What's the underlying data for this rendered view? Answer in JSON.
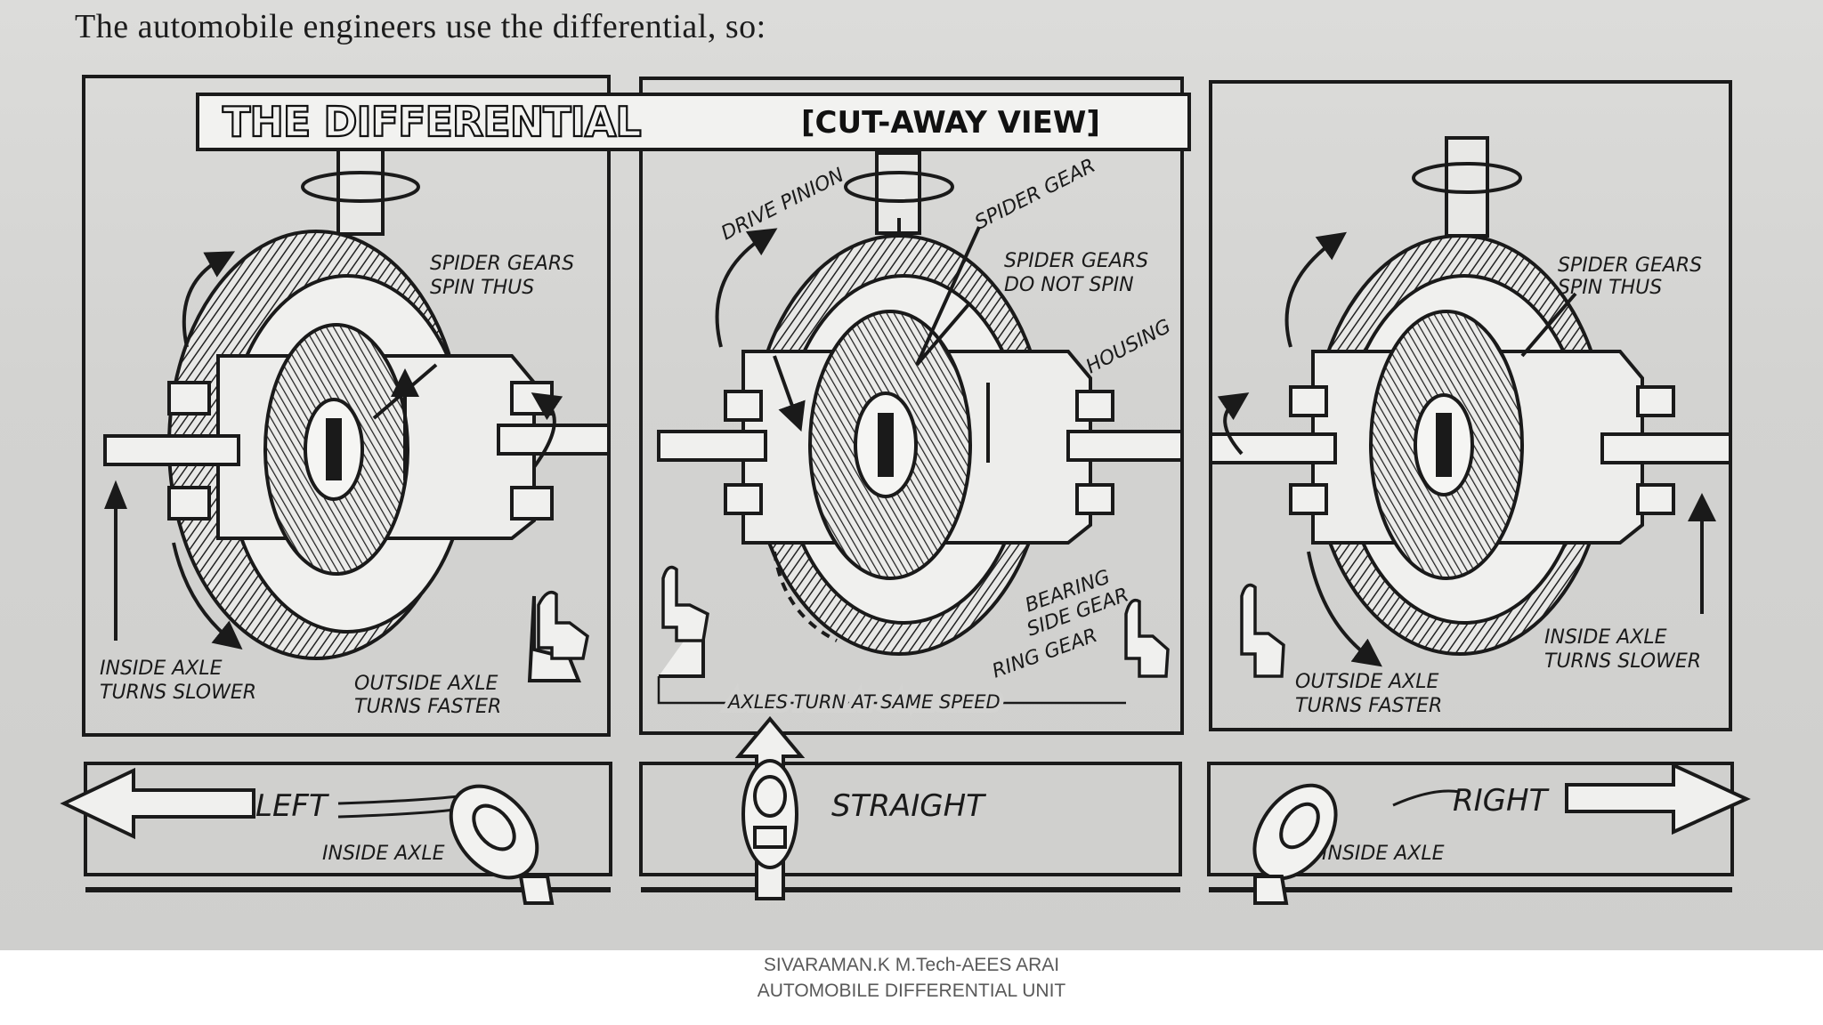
{
  "intro": "The automobile engineers use the differential, so:",
  "banner": {
    "title": "THE DIFFERENTIAL",
    "subtitle": "[CUT-AWAY VIEW]"
  },
  "panels": {
    "left": {
      "spider_gears": "SPIDER GEARS",
      "spin_thus": "SPIN    THUS",
      "inside_axle": "INSIDE AXLE",
      "turns_slower": "TURNS SLOWER",
      "outside_axle": "OUTSIDE AXLE",
      "turns_faster": "TURNS FASTER"
    },
    "center": {
      "drive_pinion": "DRIVE PINION",
      "spider_gear": "SPIDER GEAR",
      "spider_gears": "SPIDER GEARS",
      "do_not_spin": "DO NOT SPIN",
      "housing": "HOUSING",
      "bearing": "BEARING",
      "side_gear": "SIDE GEAR",
      "ring_gear": "RING GEAR",
      "axles_same_speed": "AXLES TURN AT SAME SPEED"
    },
    "right": {
      "spider_gears": "SPIDER GEARS",
      "spin_thus": "SPIN THUS",
      "inside_axle": "INSIDE AXLE",
      "turns_slower": "TURNS SLOWER",
      "outside_axle": "OUTSIDE AXLE",
      "turns_faster": "TURNS FASTER"
    }
  },
  "directions": {
    "left": "LEFT",
    "left_inside_axle": "INSIDE AXLE",
    "straight": "STRAIGHT",
    "right": "RIGHT",
    "right_inside_axle": "INSIDE AXLE"
  },
  "footer": {
    "line1": "SIVARAMAN.K M.Tech-AEES ARAI",
    "line2": "AUTOMOBILE DIFFERENTIAL UNIT"
  }
}
